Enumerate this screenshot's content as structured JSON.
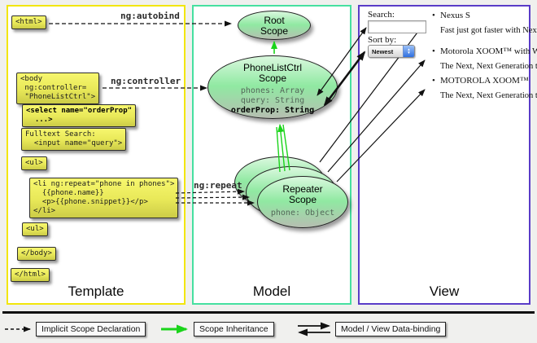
{
  "panels": {
    "template_label": "Template",
    "model_label": "Model",
    "view_label": "View"
  },
  "template": {
    "boxes": {
      "html_open": "<html>",
      "body_open": "<body\n ng:controller=\n \"PhoneListCtrl\">",
      "select": "<select name=\"orderProp\"\n  ...>",
      "fulltext": "Fulltext Search:\n  <input name=\"query\">",
      "ul_open": "<ul>",
      "li_repeat": "<li ng:repeat=\"phone in phones\">\n  {{phone.name}}\n  <p>{{phone.snippet}}</p>\n</li>",
      "ul_close": "<ul>",
      "body_close": "</body>",
      "html_close": "</html>"
    },
    "arrow_labels": {
      "autobind": "ng:autobind",
      "controller": "ng:controller",
      "repeat": "ng:repeat"
    }
  },
  "model": {
    "root_scope": {
      "title": "Root\nScope"
    },
    "phone_list_ctrl_scope": {
      "title": "PhoneListCtrl\nScope",
      "props": "phones: Array\nquery: String",
      "bold_prop": "orderProp: String"
    },
    "repeater_scope": {
      "title": "Repeater\nScope",
      "prop": "phone: Object"
    }
  },
  "view": {
    "search_label": "Search:",
    "search_value": "",
    "sort_label": "Sort by:",
    "sort_value": "Newest",
    "items": [
      {
        "bullet": "•",
        "title": "Nexus S",
        "snippet": "Fast just got faster with Nexus S."
      },
      {
        "bullet": "•",
        "title": "Motorola XOOM™ with Wi-Fi",
        "snippet": "The Next, Next Generation tablet."
      },
      {
        "bullet": "•",
        "title": "MOTOROLA XOOM™",
        "snippet": "The Next, Next Generation tablet."
      }
    ]
  },
  "legend": {
    "implicit": "Implicit Scope Declaration",
    "inheritance": "Scope Inheritance",
    "binding": "Model / View Data-binding"
  },
  "colors": {
    "template_border": "#f2e60a",
    "model_border": "#46e0a0",
    "view_border": "#5a3cc8",
    "code_box_fill": "#eded5e",
    "scope_fill_green": "#90e9a2",
    "inheritance_green": "#1ad41a",
    "arrow_black": "#111111"
  }
}
